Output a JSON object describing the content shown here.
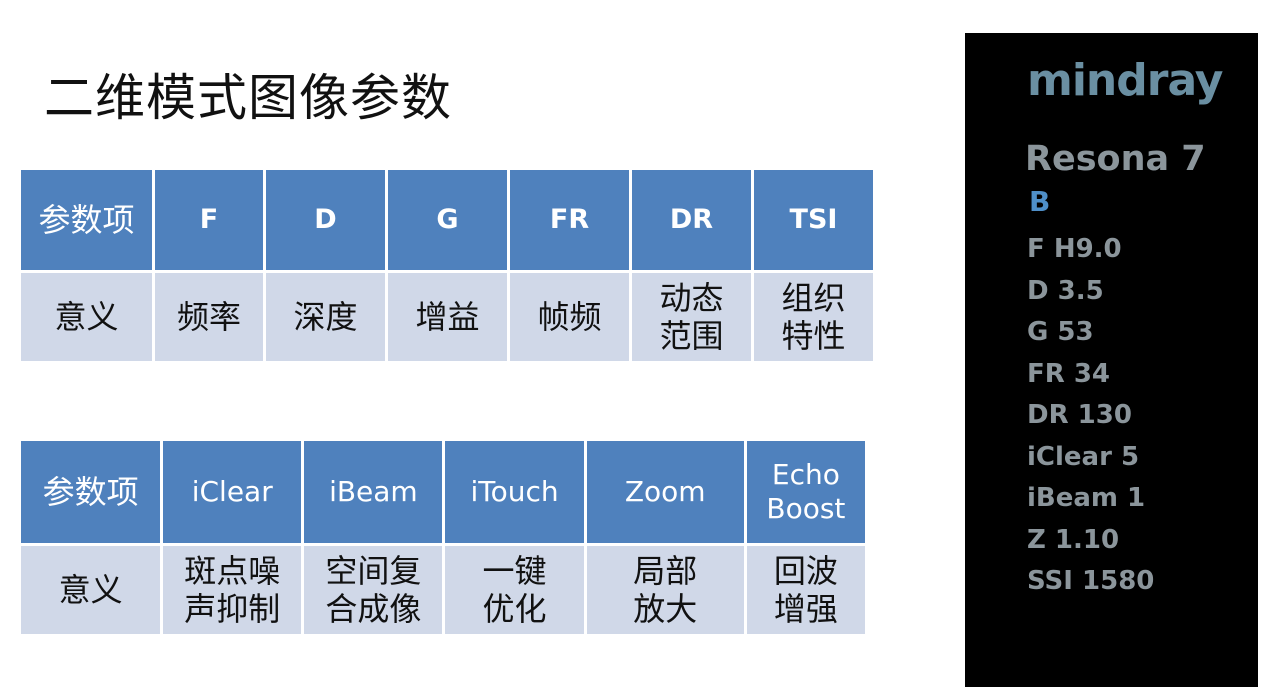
{
  "title": "二维模式图像参数",
  "table1": {
    "header": [
      "参数项",
      "F",
      "D",
      "G",
      "FR",
      "DR",
      "TSI"
    ],
    "meaning": [
      "意义",
      [
        "频率"
      ],
      [
        "深度"
      ],
      [
        "增益"
      ],
      [
        "帧频"
      ],
      [
        "动态",
        "范围"
      ],
      [
        "组织",
        "特性"
      ]
    ]
  },
  "table2": {
    "header": [
      [
        "参数项"
      ],
      [
        "iClear"
      ],
      [
        "iBeam"
      ],
      [
        "iTouch"
      ],
      [
        "Zoom"
      ],
      [
        "Echo",
        "Boost"
      ]
    ],
    "meaning": [
      [
        "意义"
      ],
      [
        "斑点噪",
        "声抑制"
      ],
      [
        "空间复",
        "合成像"
      ],
      [
        "一键",
        "优化"
      ],
      [
        "局部",
        "放大"
      ],
      [
        "回波",
        "增强"
      ]
    ]
  },
  "panel": {
    "brand": "mindray",
    "model": "Resona 7",
    "mode": "B",
    "readouts": [
      "F H9.0",
      "D 3.5",
      "G 53",
      "FR 34",
      "DR 130",
      "iClear 5",
      "iBeam 1",
      "Z 1.10",
      "SSI 1580"
    ],
    "colors": {
      "background": "#000000",
      "brand": "#6a8fa2",
      "mode": "#4f8fc8",
      "text": "#8b959b"
    }
  },
  "colors": {
    "table_header": "#4f81bd",
    "table_body": "#d0d8e8"
  }
}
